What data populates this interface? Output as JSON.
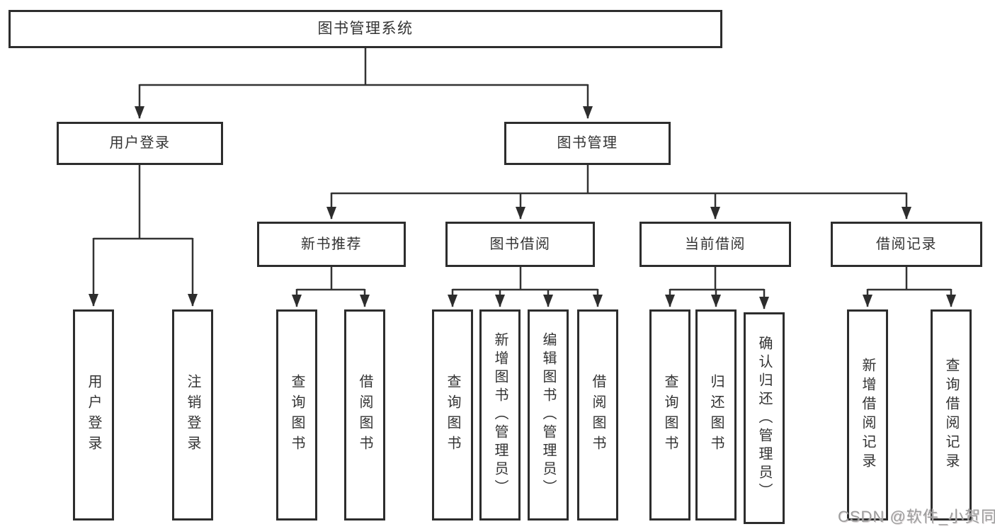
{
  "diagram": {
    "root": "图书管理系统",
    "level2": {
      "user_login": "用户登录",
      "book_management": "图书管理"
    },
    "level3": {
      "new_book_recommend": "新书推荐",
      "book_borrow": "图书借阅",
      "current_borrow": "当前借阅",
      "borrow_records": "借阅记录"
    },
    "leaves": {
      "user_login": [
        "用户登录",
        "注销登录"
      ],
      "new_book_recommend": [
        "查询图书",
        "借阅图书"
      ],
      "book_borrow": [
        "查询图书",
        "新增图书（管理员）",
        "编辑图书（管理员）",
        "借阅图书"
      ],
      "current_borrow": [
        "查询图书",
        "归还图书",
        "确认归还（管理员）"
      ],
      "borrow_records": [
        "新增借阅记录",
        "查询借阅记录"
      ]
    },
    "line_color": "#333333",
    "border_color": "#2d2d2d"
  },
  "watermark": {
    "text": "CSDN @软件_小贺同学"
  }
}
